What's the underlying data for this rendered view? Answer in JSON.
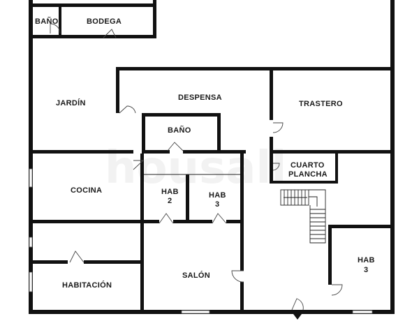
{
  "plan": {
    "watermark": "housall",
    "rooms": {
      "bano_top": "BAÑO",
      "bodega": "BODEGA",
      "jardin": "JARDÍN",
      "despensa": "DESPENSA",
      "trastero": "TRASTERO",
      "bano_mid": "BAÑO",
      "cuarto_plancha_1": "CUARTO",
      "cuarto_plancha_2": "PLANCHA",
      "cocina": "COCINA",
      "hab2_1": "HAB",
      "hab2_2": "2",
      "hab3a_1": "HAB",
      "hab3a_2": "3",
      "habitacion": "HABITACIÓN",
      "salon": "SALÓN",
      "hab3b_1": "HAB",
      "hab3b_2": "3"
    }
  }
}
